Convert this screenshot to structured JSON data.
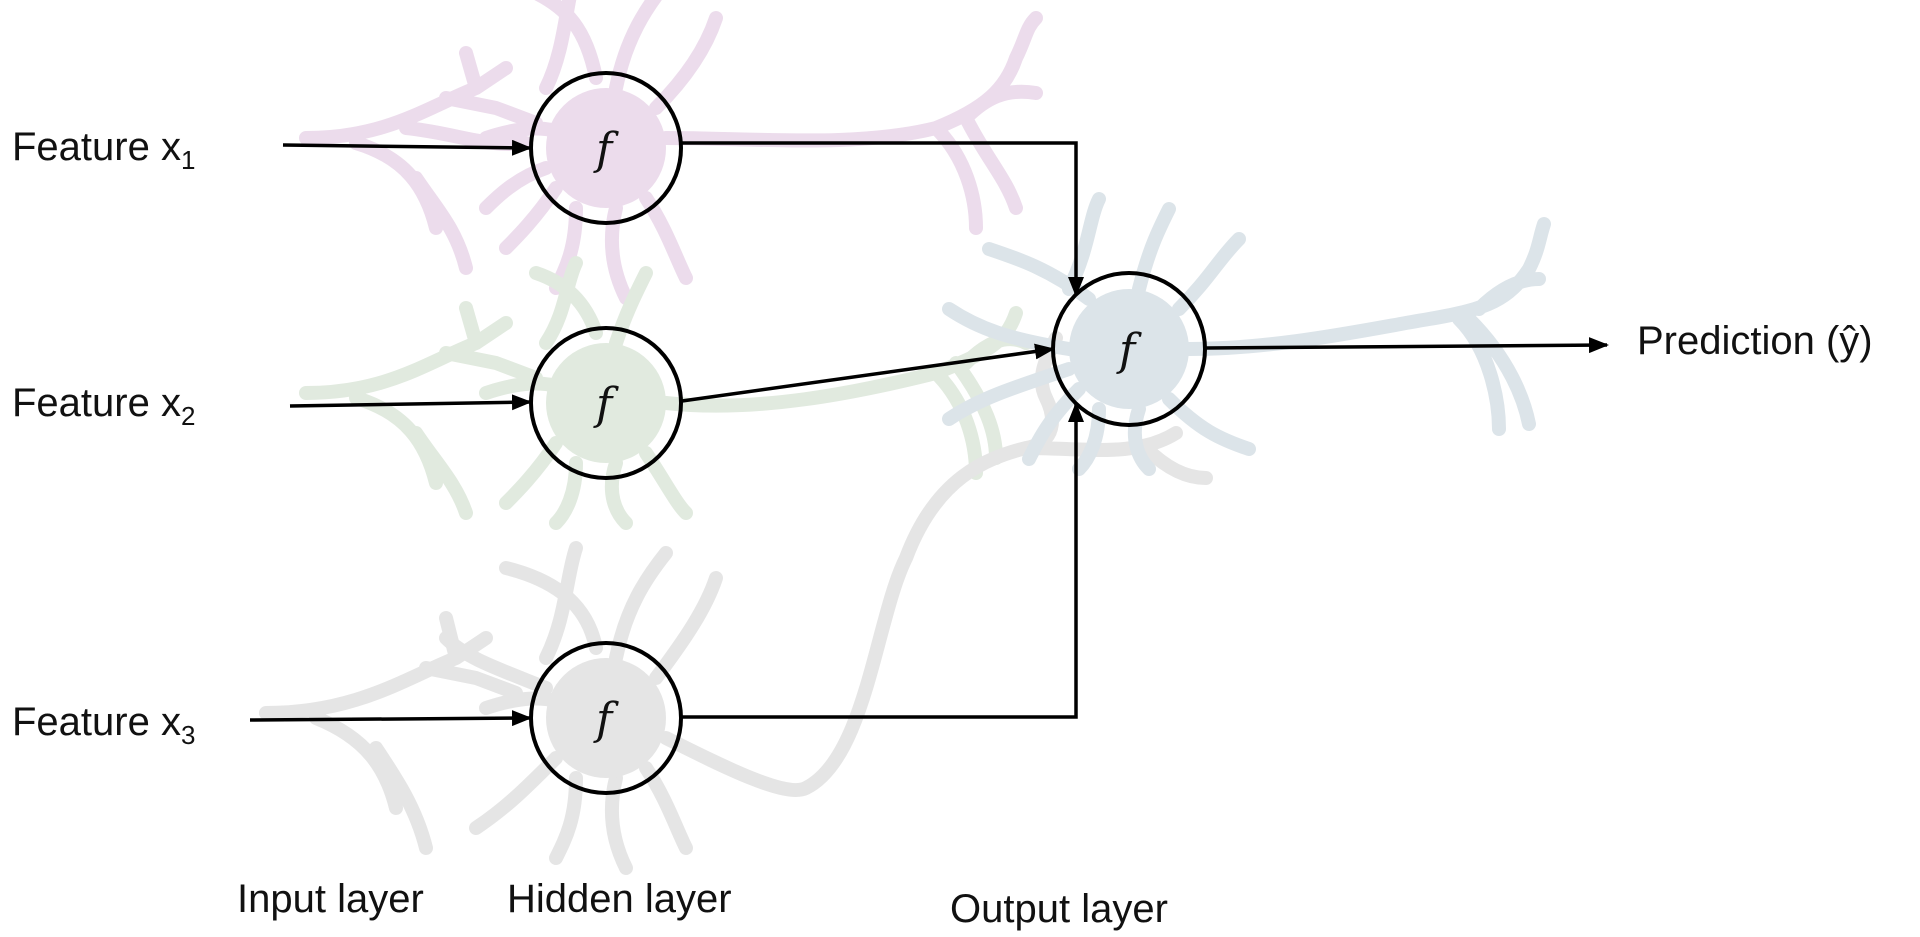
{
  "diagram": {
    "inputs": [
      {
        "label": "Feature x",
        "subscript": "1"
      },
      {
        "label": "Feature x",
        "subscript": "2"
      },
      {
        "label": "Feature x",
        "subscript": "3"
      }
    ],
    "hidden_nodes": [
      {
        "symbol": "f",
        "color": "#ecdcec"
      },
      {
        "symbol": "f",
        "color": "#e1eadf"
      },
      {
        "symbol": "f",
        "color": "#e5e5e5"
      }
    ],
    "output_node": {
      "symbol": "f",
      "color": "#dce4e9"
    },
    "output_label": "Prediction (ŷ)",
    "layer_labels": {
      "input": "Input layer",
      "hidden": "Hidden layer",
      "output": "Output layer"
    }
  }
}
